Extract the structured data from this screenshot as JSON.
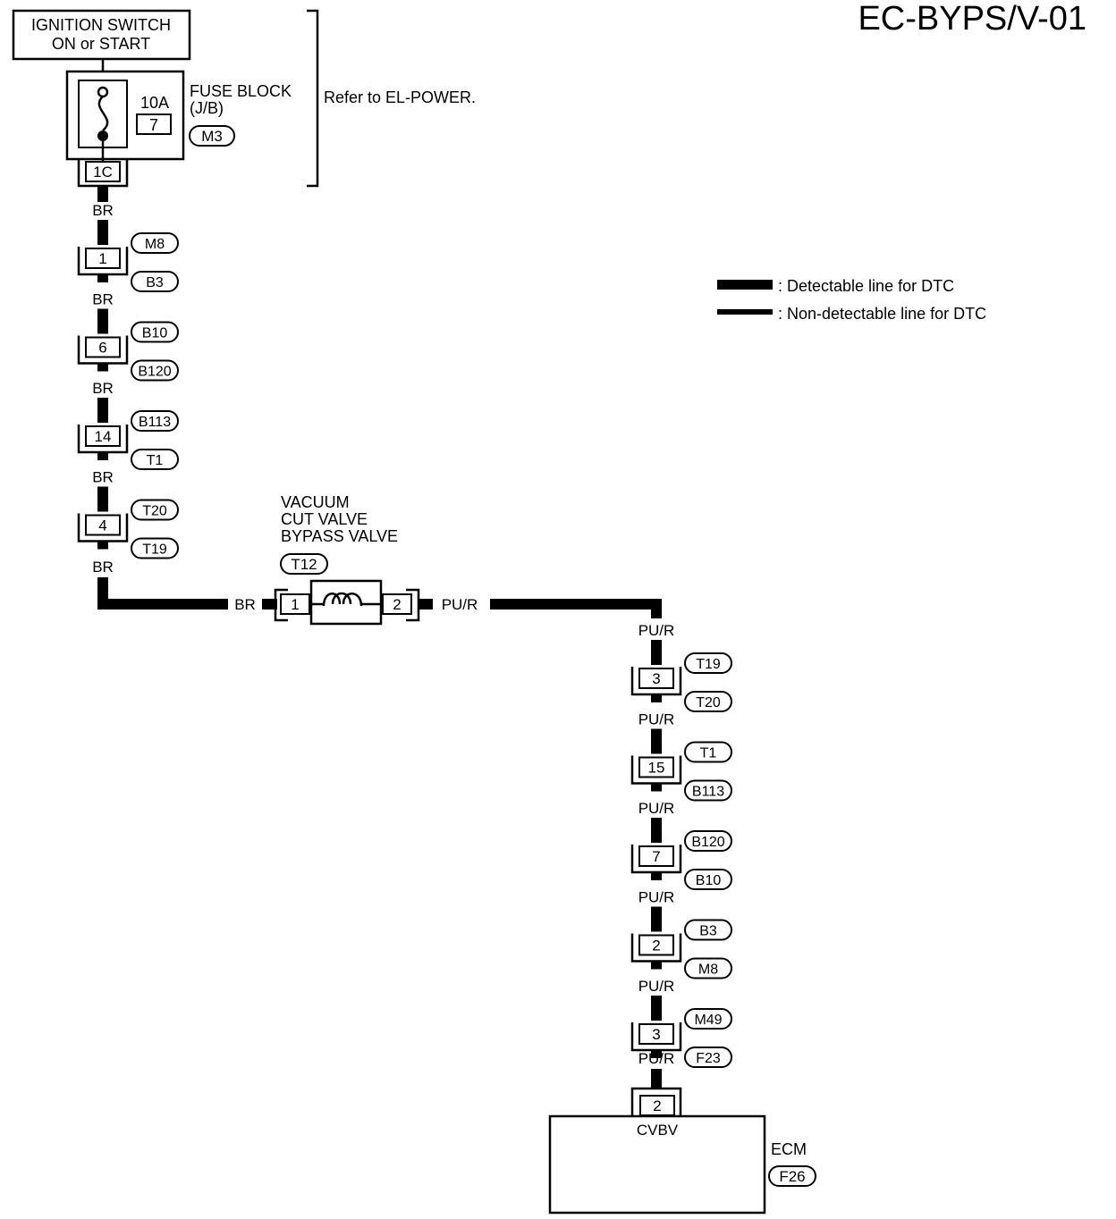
{
  "page_code": "EC-BYPS/V-01",
  "ignition": {
    "line1": "IGNITION SWITCH",
    "line2": "ON or START"
  },
  "fuse_block": {
    "title": "FUSE BLOCK",
    "subtitle": "(J/B)",
    "connector": "M3",
    "fuse_rating": "10A",
    "fuse_number": "7",
    "terminal": "1C",
    "refer_text": "Refer to EL-POWER."
  },
  "legend": {
    "detectable": ": Detectable line for DTC",
    "non_detectable": ": Non-detectable line for DTC"
  },
  "left_chain": [
    {
      "wire": "BR",
      "terminal": "1",
      "top": "M8",
      "bottom": "B3"
    },
    {
      "wire": "BR",
      "terminal": "6",
      "top": "B10",
      "bottom": "B120"
    },
    {
      "wire": "BR",
      "terminal": "14",
      "top": "B113",
      "bottom": "T1"
    },
    {
      "wire": "BR",
      "terminal": "4",
      "top": "T20",
      "bottom": "T19"
    }
  ],
  "left_bottom_wire": "BR",
  "valve": {
    "line1": "VACUUM",
    "line2": "CUT VALVE",
    "line3": "BYPASS VALVE",
    "connector": "T12",
    "term_left": "1",
    "term_right": "2",
    "wire_left": "BR",
    "wire_right": "PU/R"
  },
  "right_chain": [
    {
      "wire": "PU/R",
      "terminal": "3",
      "top": "T19",
      "bottom": "T20"
    },
    {
      "wire": "PU/R",
      "terminal": "15",
      "top": "T1",
      "bottom": "B113"
    },
    {
      "wire": "PU/R",
      "terminal": "7",
      "top": "B120",
      "bottom": "B10"
    },
    {
      "wire": "PU/R",
      "terminal": "2",
      "top": "B3",
      "bottom": "M8"
    },
    {
      "wire": "PU/R",
      "terminal": "3",
      "top": "M49",
      "bottom": "F23"
    }
  ],
  "right_bottom_wire": "PU/R",
  "ecm": {
    "terminal": "2",
    "pin_label": "CVBV",
    "name": "ECM",
    "connector": "F26"
  }
}
